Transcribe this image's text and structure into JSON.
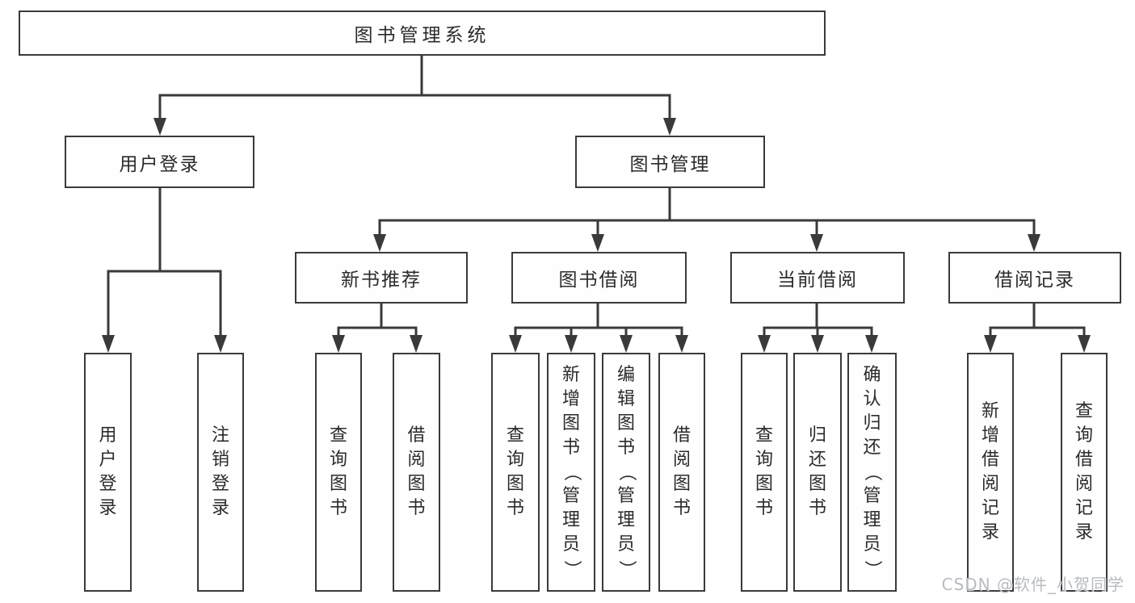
{
  "title": {
    "label": "图书管理系统"
  },
  "user_branch": {
    "label": "用户登录",
    "children": [
      {
        "label": "用户登录"
      },
      {
        "label": "注销登录"
      }
    ]
  },
  "book_branch": {
    "label": "图书管理",
    "groups": [
      {
        "label": "新书推荐",
        "children": [
          {
            "label": "查询图书"
          },
          {
            "label": "借阅图书"
          }
        ]
      },
      {
        "label": "图书借阅",
        "children": [
          {
            "label": "查询图书"
          },
          {
            "label": "新增图书（管理员）"
          },
          {
            "label": "编辑图书（管理员）"
          },
          {
            "label": "借阅图书"
          }
        ]
      },
      {
        "label": "当前借阅",
        "children": [
          {
            "label": "查询图书"
          },
          {
            "label": "归还图书"
          },
          {
            "label": "确认归还（管理员）"
          }
        ]
      },
      {
        "label": "借阅记录",
        "children": [
          {
            "label": "新增借阅记录"
          },
          {
            "label": "查询借阅记录"
          }
        ]
      }
    ]
  },
  "watermark": {
    "label": "CSDN @软件_小贺同学"
  },
  "colors": {
    "line": "#3a3a3a",
    "text": "#2b2b2b",
    "watermark": "#b7bbc1",
    "background": "#ffffff"
  }
}
